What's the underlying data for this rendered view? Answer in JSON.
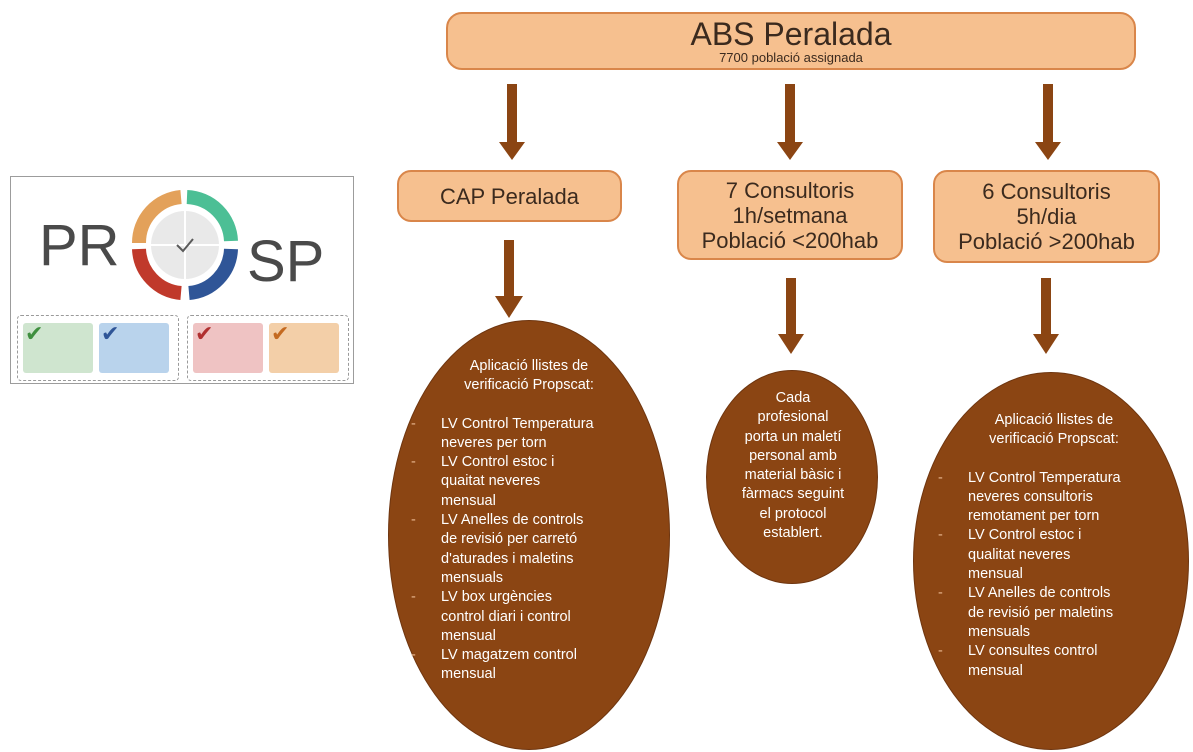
{
  "header": {
    "title": "ABS Peralada",
    "subtitle": "7700 població assignada"
  },
  "columns": [
    {
      "box_lines": [
        "CAP Peralada"
      ],
      "ellipse": {
        "intro_lines": [
          "Aplicació llistes de",
          "verificació Propscat:"
        ],
        "items": [
          [
            "LV Control Temperatura",
            "neveres per torn"
          ],
          [
            "LV Control estoc i",
            "quaitat neveres",
            "mensual"
          ],
          [
            "LV Anelles de controls",
            "de revisió per carretó",
            "d'aturades i maletins",
            "mensuals"
          ],
          [
            "LV  box urgències",
            "control diari i control",
            "mensual"
          ],
          [
            "LV magatzem control",
            "mensual"
          ]
        ]
      }
    },
    {
      "box_lines": [
        "7 Consultoris",
        "1h/setmana",
        "Població <200hab"
      ],
      "ellipse": {
        "text_lines": [
          "Cada",
          "profesional",
          "porta un maletí",
          "personal amb",
          "material bàsic i",
          "fàrmacs seguint",
          "el protocol",
          "establert."
        ]
      }
    },
    {
      "box_lines": [
        "6 Consultoris",
        "5h/dia",
        "Població >200hab"
      ],
      "ellipse": {
        "intro_lines": [
          "Aplicació llistes de",
          "verificació Propscat:"
        ],
        "items": [
          [
            "LV Control Temperatura",
            "neveres  consultoris",
            "remotament per torn"
          ],
          [
            "LV Control estoc i",
            "qualitat neveres",
            "mensual"
          ],
          [
            "LV Anelles de controls",
            "de revisió per maletins",
            "mensuals"
          ],
          [
            "LV  consultes control",
            "mensual"
          ]
        ]
      }
    }
  ],
  "logo": {
    "letters_left": "PR",
    "letters_right": "SP"
  },
  "colors": {
    "box_fill": "#f6c08f",
    "box_border": "#d9864a",
    "arrow": "#8b4513",
    "ellipse": "#8b4513"
  }
}
